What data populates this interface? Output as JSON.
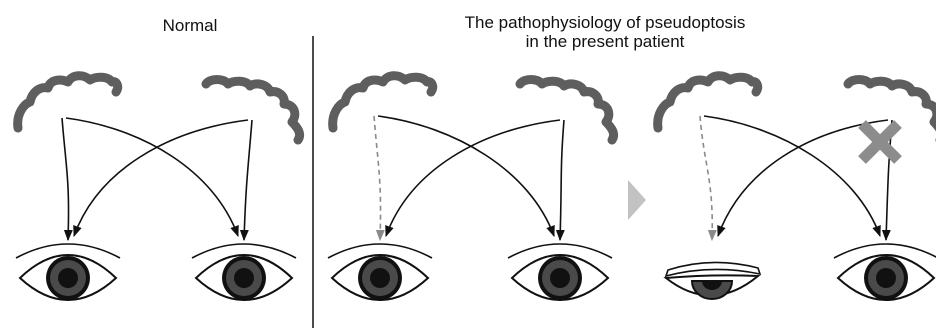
{
  "headings": {
    "normal": "Normal",
    "patho_line1": "The pathophysiology of pseudoptosis",
    "patho_line2": "in the present patient"
  },
  "colors": {
    "brain_outline": "#5e5e5e",
    "arrow_solid": "#111111",
    "arrow_dashed": "#8a8a8a",
    "cross": "#8c8c8c",
    "transition_arrow": "#c2c2c2",
    "iris": "#4a4a4a",
    "pupil": "#111111"
  },
  "panels": [
    {
      "id": "normal",
      "left_eye": "open",
      "right_eye": "open",
      "left_ipsilateral": "solid",
      "right_cross": false
    },
    {
      "id": "patient-1",
      "left_eye": "open",
      "right_eye": "open",
      "left_ipsilateral": "dashed",
      "right_cross": false
    },
    {
      "id": "patient-2",
      "left_eye": "drooping",
      "right_eye": "open",
      "left_ipsilateral": "dashed",
      "right_cross": true
    }
  ]
}
